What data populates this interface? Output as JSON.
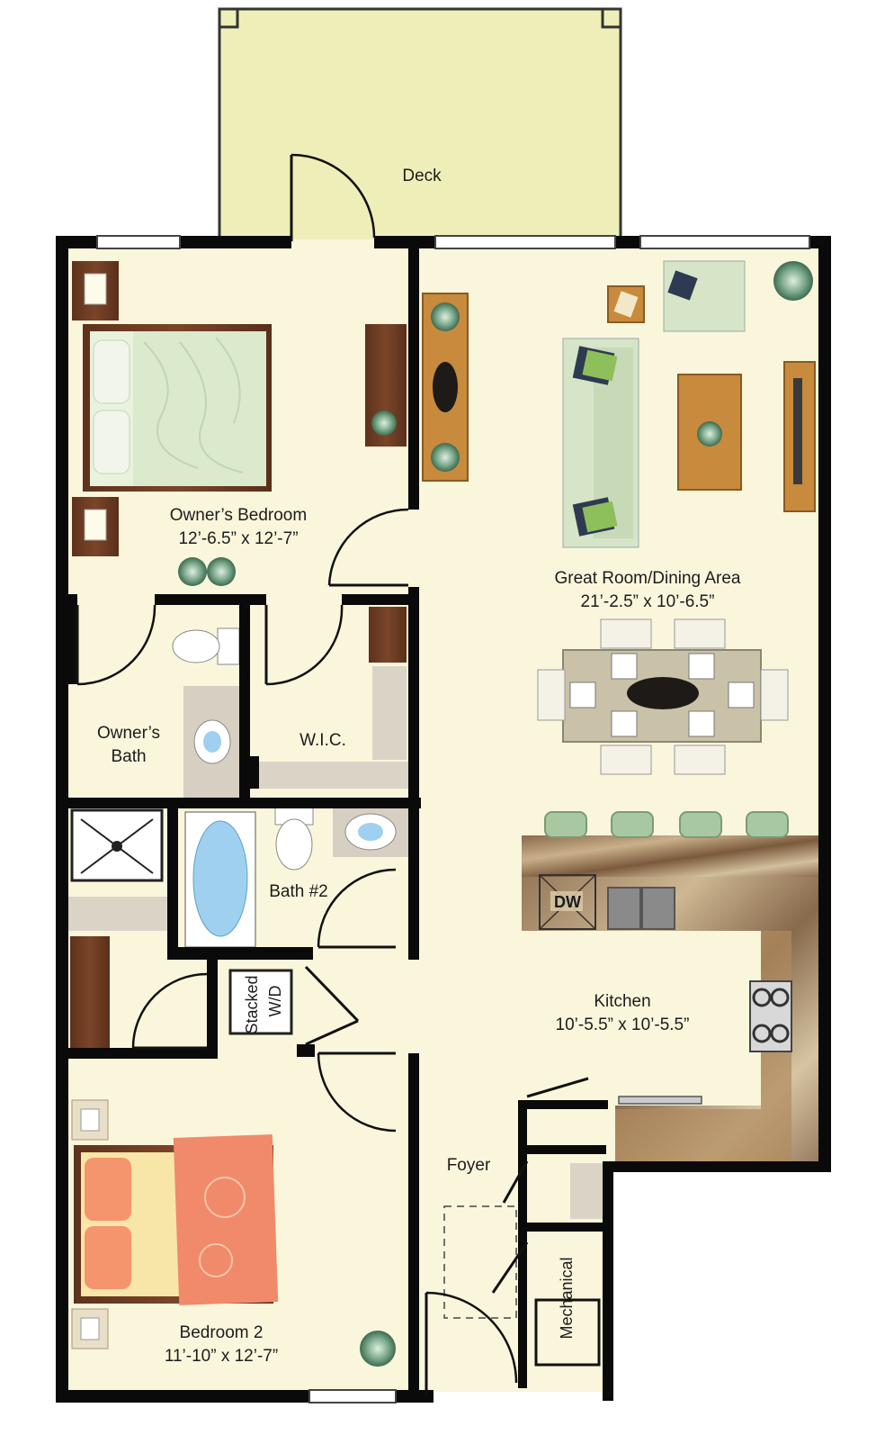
{
  "rooms": {
    "deck": {
      "name": "Deck"
    },
    "owners_bedroom": {
      "name": "Owner’s Bedroom",
      "dims": "12’-6.5” x 12’-7”"
    },
    "great_room": {
      "name": "Great Room/Dining Area",
      "dims": "21’-2.5” x 10’-6.5”"
    },
    "owners_bath": {
      "line1": "Owner’s",
      "line2": "Bath"
    },
    "wic": {
      "name": "W.I.C."
    },
    "bath2": {
      "name": "Bath #2"
    },
    "laundry": {
      "line1": "Stacked",
      "line2": "W/D"
    },
    "kitchen": {
      "name": "Kitchen",
      "dims": "10’-5.5” x 10’-5.5”"
    },
    "dishwasher": {
      "name": "DW"
    },
    "foyer": {
      "name": "Foyer"
    },
    "mechanical": {
      "name": "Mechanical"
    },
    "bedroom2": {
      "name": "Bedroom 2",
      "dims": "11’-10” x 12’-7”"
    }
  },
  "colors": {
    "floor": "#faf6dc",
    "deck": "#eeefb8",
    "wall": "#0a0a0a",
    "wood": "#6b3a22",
    "sofa": "#d6e4c8",
    "bath_blue": "#9fd0f0",
    "counter": "#b08a5e",
    "bedspread": "#f08a6a"
  }
}
